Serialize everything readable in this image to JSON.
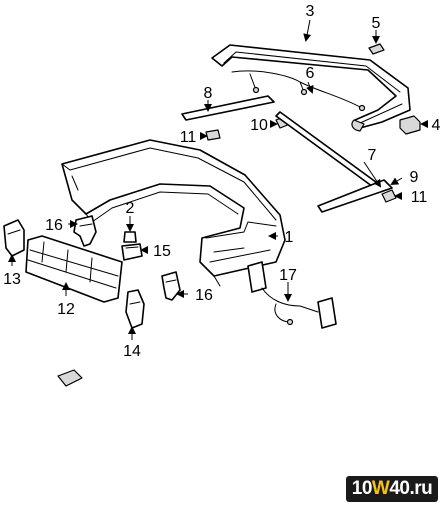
{
  "callouts": {
    "c1": "1",
    "c2": "2",
    "c3": "3",
    "c4": "4",
    "c5": "5",
    "c6": "6",
    "c7": "7",
    "c8": "8",
    "c9": "9",
    "c10": "10",
    "c11a": "11",
    "c11b": "11",
    "c12": "12",
    "c13": "13",
    "c14": "14",
    "c15": "15",
    "c16a": "16",
    "c16b": "16",
    "c17": "17"
  },
  "watermark": {
    "prefix": "10",
    "accent": "W",
    "suffix": "40.ru"
  },
  "colors": {
    "line": "#000000",
    "shade": "#d9d9d9",
    "background": "#ffffff",
    "watermark_bg": "#1a1a1a",
    "watermark_accent": "#f4c01e"
  }
}
